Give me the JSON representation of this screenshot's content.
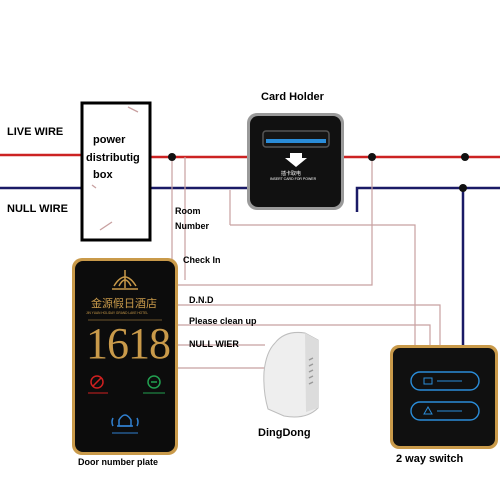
{
  "labels": {
    "live_wire": "LIVE WIRE",
    "null_wire": "NULL WIRE",
    "power_box_line1": "power",
    "power_box_line2": "distributig",
    "power_box_line3": "box",
    "card_holder": "Card Holder",
    "room_number_line1": "Room",
    "room_number_line2": "Number",
    "check_in": "Check In",
    "dnd": "D.N.D",
    "please_clean_up": "Please clean up",
    "null_wier": "NULL WIER",
    "dingdong": "DingDong",
    "door_number_plate": "Door number plate",
    "two_way_switch": "2 way switch"
  },
  "card_holder_device": {
    "chinese_text": "插卡取电",
    "english_text": "INSERT CARD FOR POWER"
  },
  "door_plate": {
    "hotel_name_cn": "金源假日酒店",
    "hotel_name_en": "JIN YUAN HOLIDAY GRAND LAKE HOTEL",
    "room_number": "1618"
  },
  "colors": {
    "live_wire": "#cc2222",
    "null_wire": "#1a1a66",
    "signal_wire": "#c8a0a0",
    "gold": "#c99a4a",
    "dnd_indicator": "#d02020",
    "clean_indicator": "#22a050",
    "bell_indicator": "#3080d0"
  }
}
